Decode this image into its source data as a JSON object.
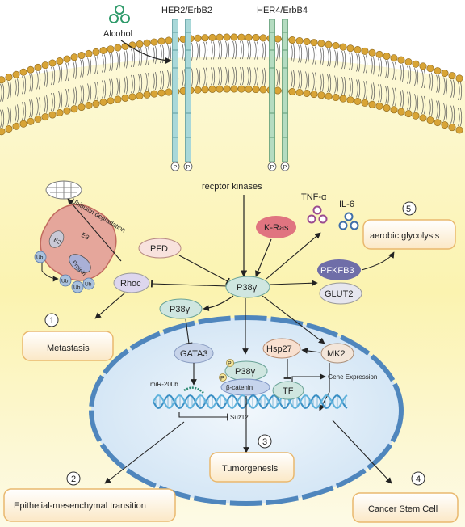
{
  "receptors": {
    "her2": "HER2/ErbB2",
    "her4": "HER4/ErbB4",
    "phospho": "P",
    "kinases": "recptor kinases"
  },
  "alcohol": "Alcohol",
  "ubiquitin": {
    "label": "Ubiquitin degradation",
    "e3": "E3",
    "e2": "E2",
    "protein": "Protein",
    "ub": "Ub"
  },
  "proteins": {
    "pfd": "PFD",
    "kras": "K-Ras",
    "rhoc": "Rhoc",
    "p38": "P38γ",
    "p38_small": "P38γ",
    "tnf": "TNF-α",
    "il6": "IL-6",
    "pfkfb3": "PFKFB3",
    "glut2": "GLUT2",
    "gata3": "GATA3",
    "hsp27": "Hsp27",
    "mk2": "MK2",
    "nuclear_p38": "P38γ",
    "bcatenin": "β-catenin",
    "tf": "TF",
    "mir": "miR-200b",
    "suz12": "Suz12",
    "gene_expression": "Gene Expression"
  },
  "outcomes": {
    "n1": "1",
    "metastasis": "Metastasis",
    "n2": "2",
    "emt": "Epithelial-mesenchymal transition",
    "n3": "3",
    "tumor": "Tumorgenesis",
    "n4": "4",
    "csc": "Cancer Stem Cell",
    "n5": "5",
    "glyco": "aerobic glycolysis"
  },
  "colors": {
    "cytoplasm": "#fbf4b5",
    "membrane_head": "#d8a436",
    "nucleus": "#d8e9f6",
    "nuclear_envelope": "#5a90c4",
    "her2": "#a9d8d9",
    "her4": "#b5dcc1",
    "kras": "#e0707d",
    "pfkfb3": "#6d6ca6",
    "outcome_box": "#f7d6a1"
  }
}
